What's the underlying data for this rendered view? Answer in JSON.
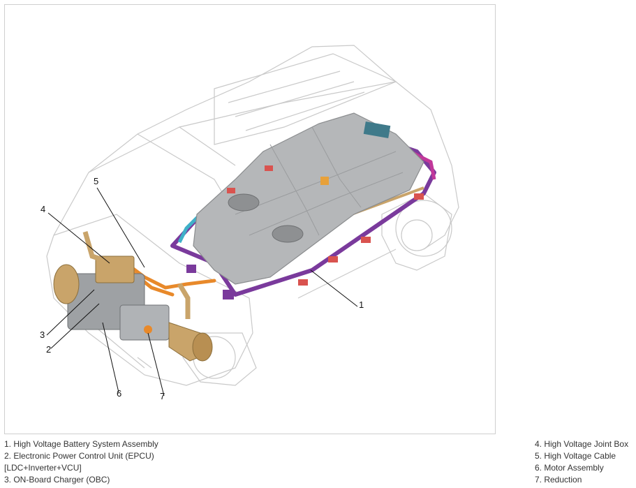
{
  "callouts": {
    "c1": "1",
    "c2": "2",
    "c3": "3",
    "c4": "4",
    "c5": "5",
    "c6": "6",
    "c7": "7"
  },
  "legend": {
    "left": [
      "1. High Voltage Battery System Assembly",
      "2. Electronic Power Control Unit (EPCU)",
      "[LDC+Inverter+VCU]",
      "3. ON-Board Charger (OBC)"
    ],
    "right": [
      "4. High Voltage Joint Box",
      "5. High Voltage Cable",
      "6. Motor Assembly",
      "7. Reduction"
    ]
  },
  "colors": {
    "battery_gray": "#b5b7b9",
    "frame_purple": "#7a3a9c",
    "frame_magenta": "#c1389a",
    "frame_cyan": "#3fb0c8",
    "cable_orange": "#e8892a",
    "bracket_red": "#d9534f",
    "motor_tan": "#c9a46a"
  }
}
